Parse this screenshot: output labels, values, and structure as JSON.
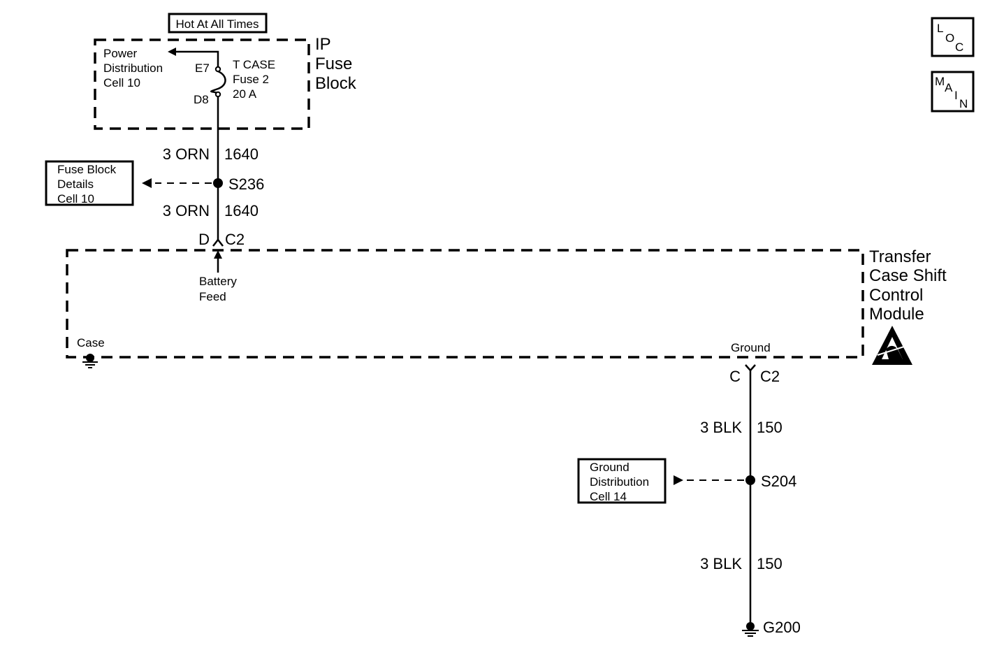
{
  "hot_label": "Hot At All Times",
  "ip_fuse_block": {
    "line1": "IP",
    "line2": "Fuse",
    "line3": "Block",
    "power_ref": [
      "Power",
      "Distribution",
      "Cell 10"
    ],
    "pin_top": "E7",
    "pin_bottom": "D8",
    "fuse": [
      "T CASE",
      "Fuse 2",
      "20 A"
    ]
  },
  "wire_upper_1": {
    "gauge_color": "3 ORN",
    "circuit": "1640"
  },
  "splice_s236": "S236",
  "fuse_details_ref": [
    "Fuse Block",
    "Details",
    "Cell 10"
  ],
  "wire_upper_2": {
    "gauge_color": "3 ORN",
    "circuit": "1640"
  },
  "connector_top": {
    "pin": "D",
    "name": "C2"
  },
  "module": {
    "title": [
      "Transfer",
      "Case Shift",
      "Control",
      "Module"
    ],
    "battery_feed": [
      "Battery",
      "Feed"
    ],
    "case_label": "Case",
    "ground_label": "Ground"
  },
  "connector_bottom": {
    "pin": "C",
    "name": "C2"
  },
  "wire_lower_1": {
    "gauge_color": "3 BLK",
    "circuit": "150"
  },
  "splice_s204": "S204",
  "ground_dist_ref": [
    "Ground",
    "Distribution",
    "Cell 14"
  ],
  "wire_lower_2": {
    "gauge_color": "3 BLK",
    "circuit": "150"
  },
  "ground_g200": "G200",
  "nav": {
    "loc": [
      "L",
      "O",
      "C"
    ],
    "main": [
      "M",
      "A",
      "I",
      "N"
    ]
  }
}
